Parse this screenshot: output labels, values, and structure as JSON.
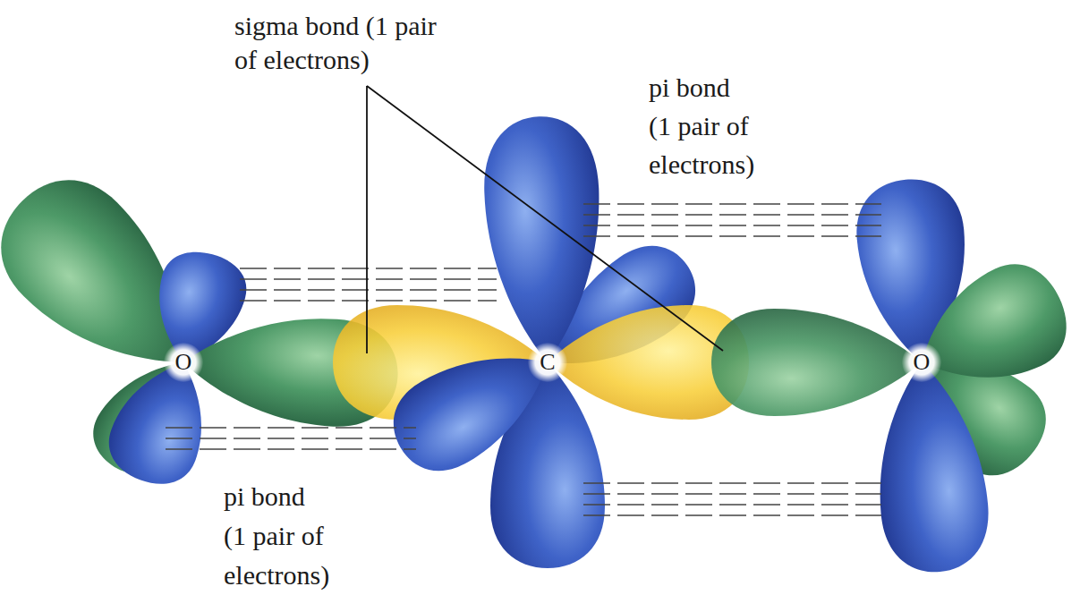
{
  "diagram": {
    "labels": [
      "sigma bond (1 pair of electrons)",
      "pi bond (1 pair of electrons)",
      "O",
      "C",
      "O",
      "pi bond (1 pair of electrons)"
    ]
  }
}
